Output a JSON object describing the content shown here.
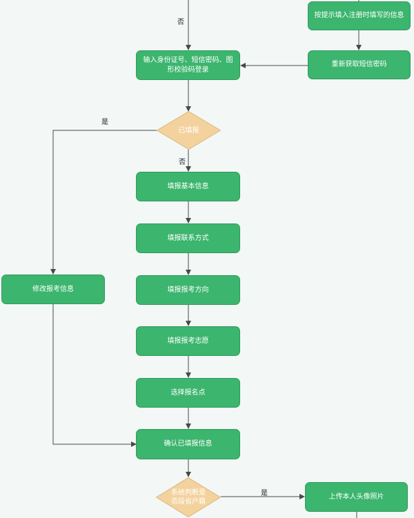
{
  "nodes": {
    "fill_registered_info": "按提示填入注册时填写的信息",
    "reacquire_sms": "重新获取短信密码",
    "login": "输入身份证号、短信密码、图形校验码登录",
    "already_reported": "已填报",
    "fill_basic_info": "填报基本信息",
    "fill_contact": "填报联系方式",
    "fill_direction": "填报报考方向",
    "fill_preference": "填报报考志愿",
    "choose_site": "选择报名点",
    "confirm_info": "确认已填报信息",
    "modify_info": "修改报考信息",
    "check_household": "系统判断是否段省户籍",
    "upload_photo": "上传本人头像照片"
  },
  "edge_labels": {
    "no_top": "否",
    "yes_left": "是",
    "no_mid": "否",
    "yes_right": "是"
  },
  "colors": {
    "process_fill": "#3cb56e",
    "decision_fill": "#f3d29d",
    "line": "#4a4a4a",
    "background": "#f3f7f6"
  }
}
